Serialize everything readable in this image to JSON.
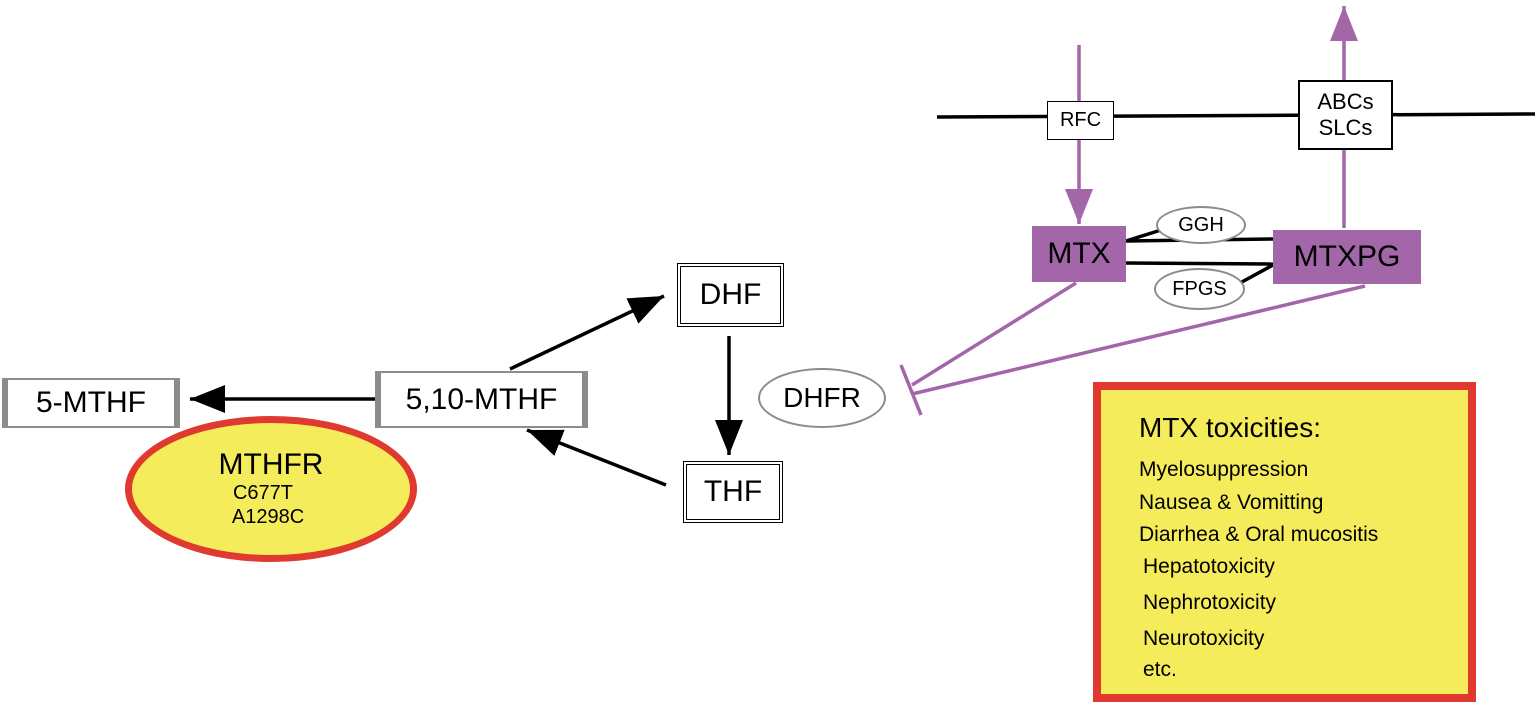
{
  "metabolites": {
    "mthf5": "5-MTHF",
    "mthf510": "5,10-MTHF",
    "dhf": "DHF",
    "thf": "THF"
  },
  "enzymes": {
    "mthfr": {
      "name": "MTHFR",
      "variants": [
        "C677T",
        "A1298C"
      ]
    },
    "dhfr": "DHFR",
    "ggh": "GGH",
    "fpgs": "FPGS"
  },
  "drugs": {
    "mtx": "MTX",
    "mtxpg": "MTXPG"
  },
  "transporters": {
    "rfc": "RFC",
    "efflux": [
      "ABCs",
      "SLCs"
    ]
  },
  "toxicities": {
    "title": "MTX toxicities:",
    "items": [
      "Myelosuppression",
      "Nausea & Vomitting",
      "Diarrhea & Oral mucositis",
      "Hepatotoxicity",
      "Nephrotoxicity",
      "Neurotoxicity",
      "etc."
    ]
  },
  "colors": {
    "purple": "#a366a8",
    "yellow": "#f5ec5c",
    "red": "#e03a30",
    "gray": "#8c8c8c",
    "black": "#000000"
  }
}
